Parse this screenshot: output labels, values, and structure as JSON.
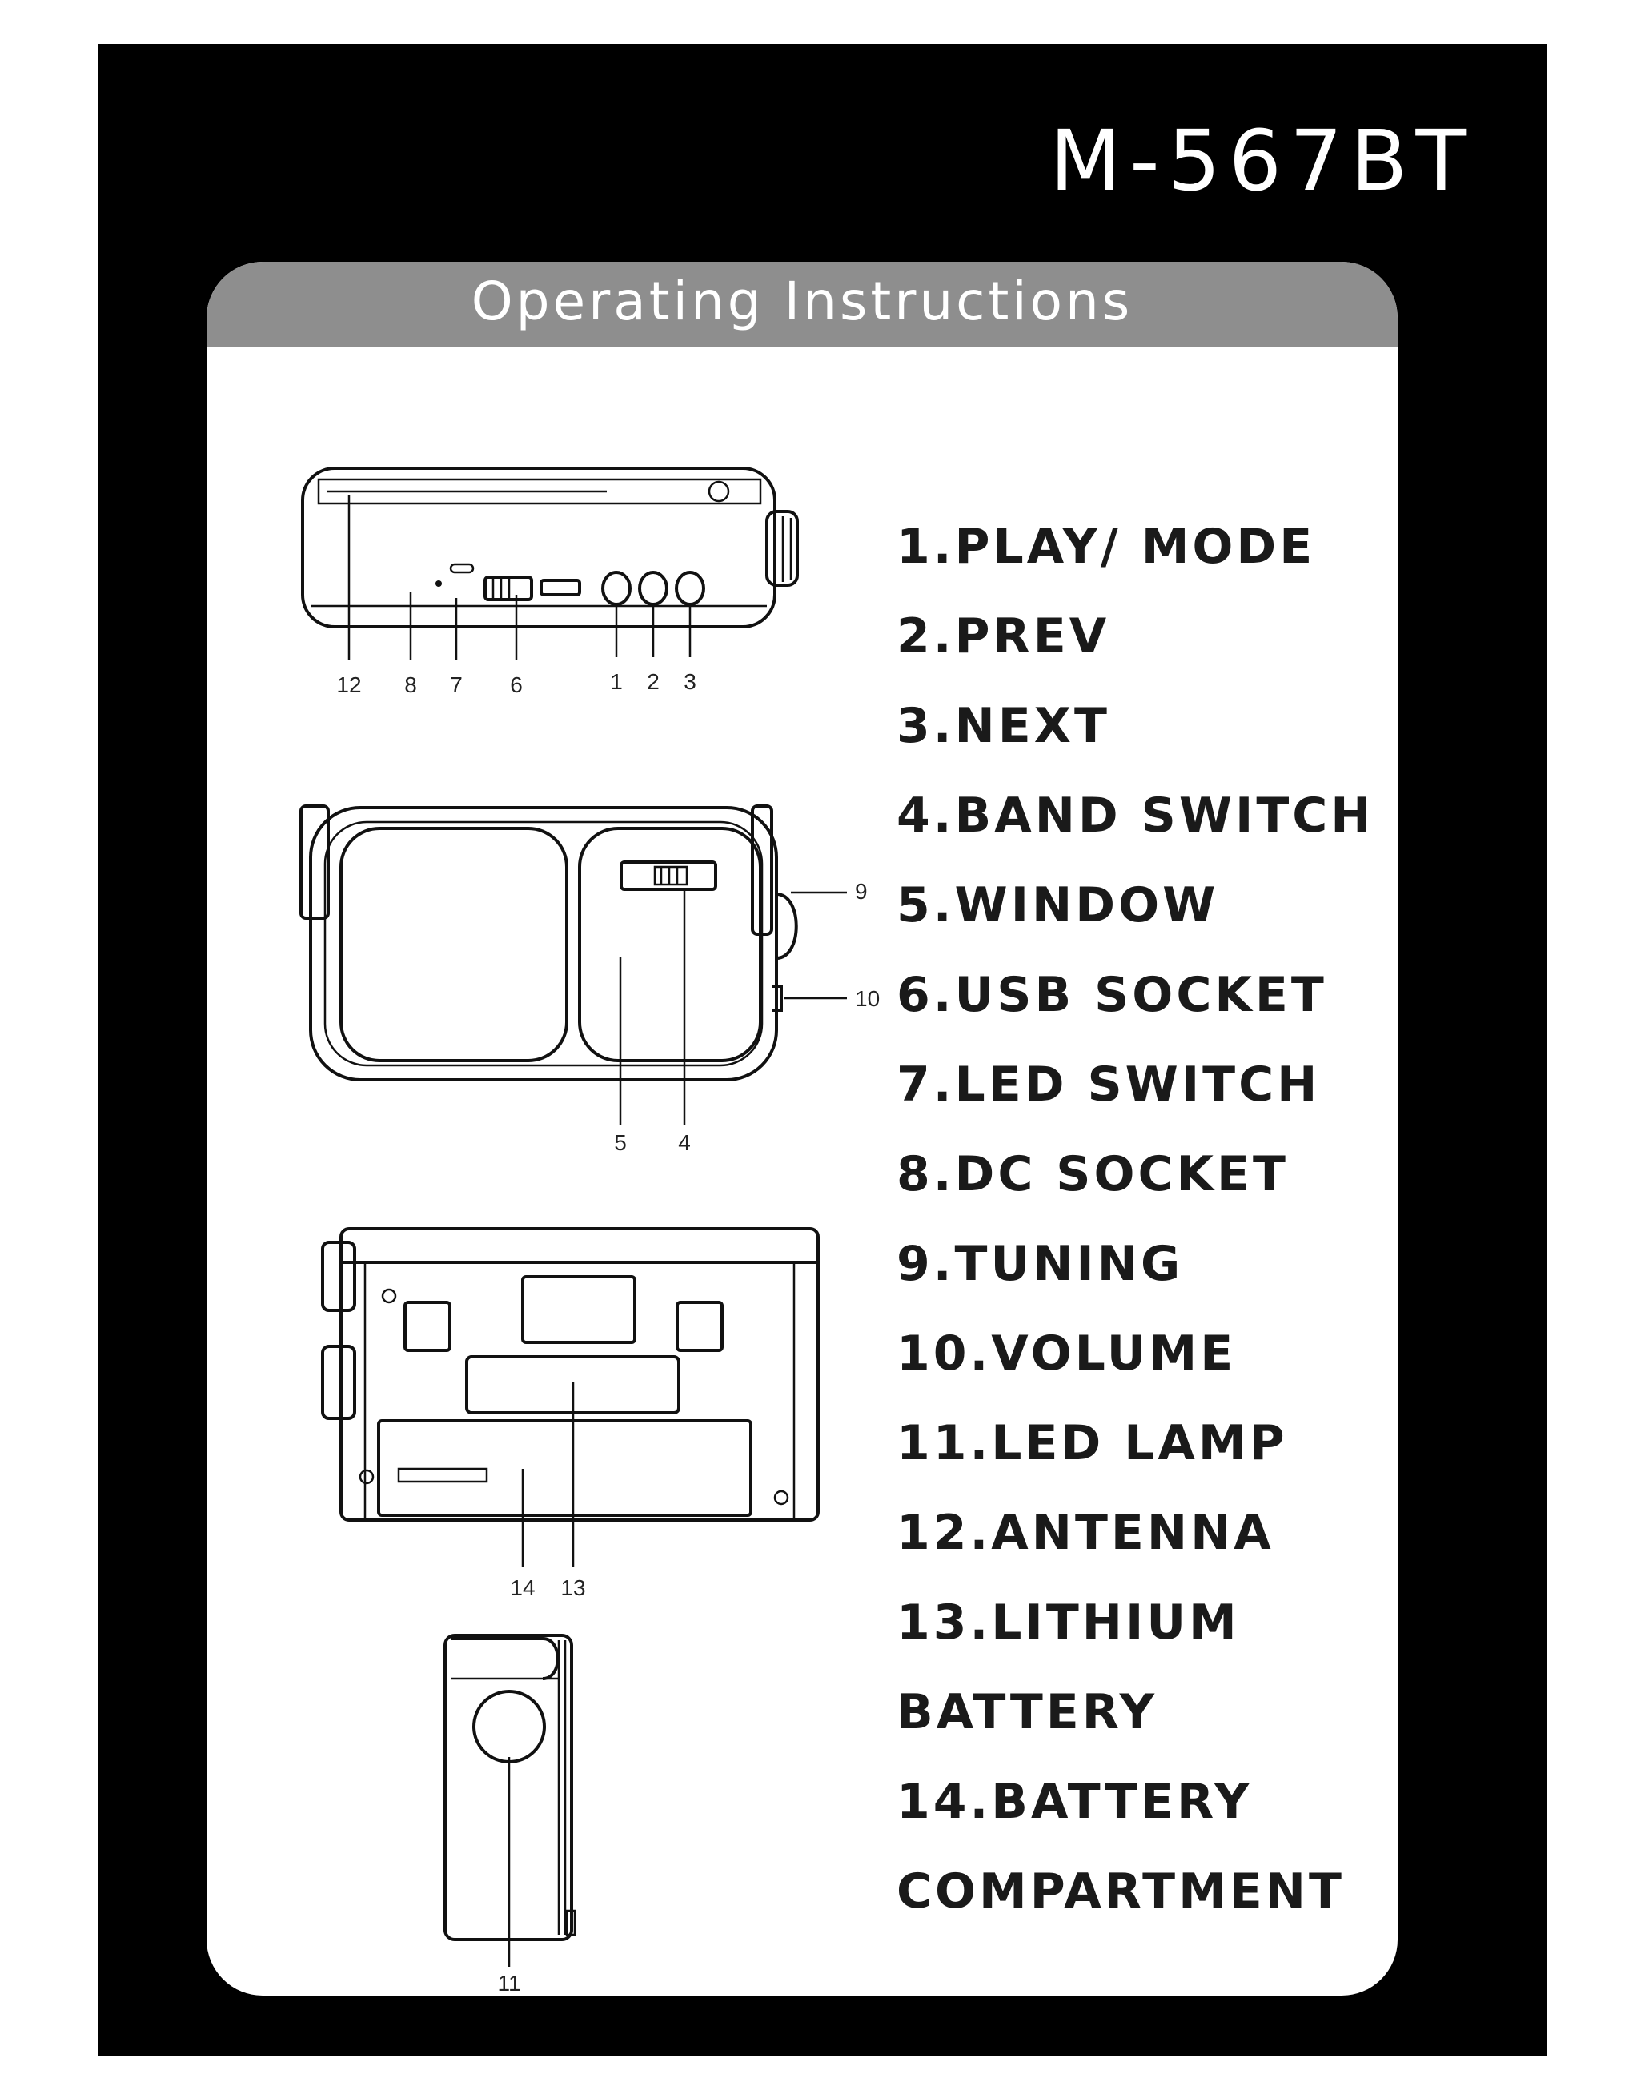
{
  "model": "M-567BT",
  "header": "Operating  Instructions",
  "legend": [
    "1.PLAY/ MODE",
    "2.PREV",
    "3.NEXT",
    "4.BAND SWITCH",
    "5.WINDOW",
    "6.USB SOCKET",
    "7.LED SWITCH",
    "8.DC SOCKET",
    "9.TUNING",
    "10.VOLUME",
    "11.LED LAMP",
    "12.ANTENNA",
    "13.LITHIUM",
    "BATTERY",
    "14.BATTERY",
    "COMPARTMENT"
  ],
  "callouts": {
    "top": [
      "12",
      "8",
      "7",
      "6",
      "1",
      "2",
      "3"
    ],
    "front": [
      "9",
      "10",
      "5",
      "4"
    ],
    "back": [
      "14",
      "13"
    ],
    "side": [
      "11"
    ]
  }
}
